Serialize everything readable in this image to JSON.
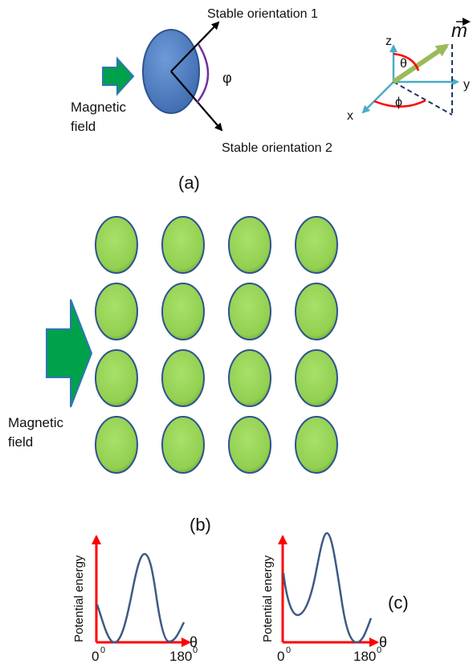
{
  "panel_a": {
    "label": "(a)",
    "orientation_1": "Stable orientation 1",
    "orientation_2": "Stable orientation 2",
    "angle_symbol": "φ",
    "field_label_line1": "Magnetic",
    "field_label_line2": "field",
    "axes": {
      "z": "z",
      "y": "y",
      "x": "x",
      "theta": "θ",
      "phi": "ϕ",
      "moment": "m"
    }
  },
  "panel_b": {
    "label": "(b)",
    "field_label_line1": "Magnetic",
    "field_label_line2": "field",
    "grid": {
      "rows": 4,
      "cols": 4
    }
  },
  "panel_c": {
    "label": "(c)",
    "plots": [
      {
        "ylabel": "Potential energy",
        "xlabel": "θ",
        "x_start": "0",
        "x_end": "180",
        "superscript": "0"
      },
      {
        "ylabel": "Potential energy",
        "xlabel": "θ",
        "x_start": "0",
        "x_end": "180",
        "superscript": "0"
      }
    ]
  },
  "colors": {
    "particle_blue": "#4f7fc6",
    "particle_green": "#92d050",
    "field_arrow": "#00a14b",
    "axis_red": "#ff0000",
    "curve": "#3d5a80",
    "vector_arrow": "#9bbb59",
    "coordinate_axes": "#4bacc6",
    "angle_arc_purple": "#7030a0"
  }
}
